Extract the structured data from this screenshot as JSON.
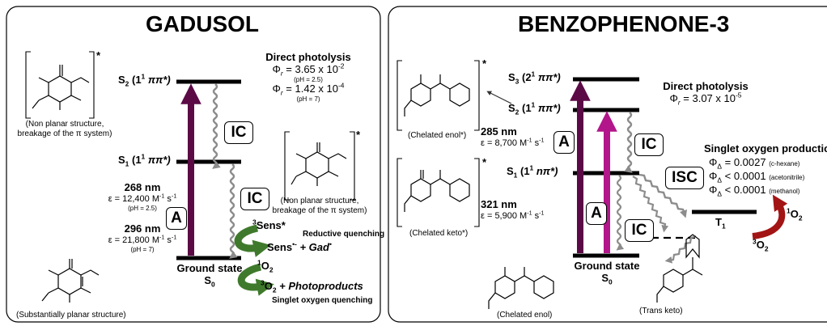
{
  "left": {
    "title": "GADUSOL",
    "enol_star": "*",
    "caption_top": [
      "(Non planar structure,",
      "breakage of the π system)"
    ],
    "caption_mid": [
      "(Non planar structure,",
      "breakage of the π system)"
    ],
    "caption_bottom": "(Substantially planar structure)",
    "levels": {
      "s2": {
        "main": "S",
        "sub": "2",
        "rest1": " (1",
        "sup": "1",
        "rest2": " ππ*)"
      },
      "s1": {
        "main": "S",
        "sub": "1",
        "rest1": " (1",
        "sup": "1",
        "rest2": " ππ*)"
      },
      "ground": "Ground state",
      "s0": {
        "main": "S",
        "sub": "0"
      }
    },
    "direct": {
      "title": "Direct photolysis",
      "phi1": "Φ",
      "phi1_sub": "r",
      "phi1_val": " = 3.65 x 10",
      "phi1_exp": "-2",
      "phi1_cond": "(pH = 2.5)",
      "phi2": "Φ",
      "phi2_sub": "r",
      "phi2_val": " = 1.42 x 10",
      "phi2_exp": "-4",
      "phi2_cond": "(pH = 7)"
    },
    "abs1": {
      "nm": "268 nm",
      "eps": "ε = 12,400 M",
      "unit_exp1": "-1",
      "unit_s": " s",
      "unit_exp2": "-1",
      "cond": "(pH = 2.5)"
    },
    "abs2": {
      "nm": "296 nm",
      "eps": "ε = 21,800 M",
      "unit_exp1": "-1",
      "unit_s": " s",
      "unit_exp2": "-1",
      "cond": "(pH = 7)"
    },
    "box_A": "A",
    "box_IC1": "IC",
    "box_IC2": "IC",
    "quench": {
      "sens_pre": "3",
      "sens": "Sens*",
      "reductive": "Reductive quenching",
      "radical": "Sens",
      "radical_sup": "•-",
      "gad": " + Gad",
      "gad_sup": "•",
      "o2_pre": "1",
      "o2": "O",
      "o2_sub": "2",
      "o2b_pre": "3",
      "o2b": "O",
      "o2b_sub": "2",
      "photoproducts": " + Photoproducts",
      "singlet": "Singlet oxygen quenching"
    }
  },
  "right": {
    "title": "BENZOPHENONE-3",
    "enol_star": "*",
    "keto_star": "*",
    "caption_enol_star": "(Chelated enol*)",
    "caption_keto_star": "(Chelated keto*)",
    "caption_enol": "(Chelated enol)",
    "caption_trans": "(Trans keto)",
    "levels": {
      "s3": {
        "main": "S",
        "sub": "3",
        "rest1": " (2",
        "sup": "1",
        "rest2": " ππ*)"
      },
      "s2": {
        "main": "S",
        "sub": "2",
        "rest1": " (1",
        "sup": "1",
        "rest2": " ππ*)"
      },
      "s1": {
        "main": "S",
        "sub": "1",
        "rest1": " (1",
        "sup": "1",
        "rest2": " nπ*)"
      },
      "ground": "Ground state",
      "s0": {
        "main": "S",
        "sub": "0"
      },
      "t1": {
        "main": "T",
        "sub": "1"
      }
    },
    "direct": {
      "title": "Direct photolysis",
      "phi": "Φ",
      "phi_sub": "r",
      "phi_val": " = 3.07 x 10",
      "phi_exp": "-5"
    },
    "abs1": {
      "nm": "285 nm",
      "eps": "ε = 8,700 M",
      "unit_exp1": "-1",
      "unit_s": " s",
      "unit_exp2": "-1"
    },
    "abs2": {
      "nm": "321 nm",
      "eps": "ε = 5,900 M",
      "unit_exp1": "-1",
      "unit_s": " s",
      "unit_exp2": "-1"
    },
    "box_A1": "A",
    "box_A2": "A",
    "box_IC1": "IC",
    "box_IC2": "IC",
    "box_ISC": "ISC",
    "singlet": {
      "title": "Singlet oxygen production",
      "rows": [
        {
          "phi": "Φ",
          "sub": "Δ",
          "val": " = 0.0027 ",
          "solvent": "(c-hexane)"
        },
        {
          "phi": "Φ",
          "sub": "Δ",
          "val": " < 0.0001 ",
          "solvent": "(acetonitrile)"
        },
        {
          "phi": "Φ",
          "sub": "Δ",
          "val": " < 0.0001 ",
          "solvent": "(methanol)"
        }
      ],
      "o2_1_pre": "1",
      "o2_1": "O",
      "o2_1_sub": "2",
      "o2_3_pre": "3",
      "o2_3": "O",
      "o2_3_sub": "2"
    }
  },
  "colors": {
    "dark_purple": "#5c0a46",
    "magenta": "#b2168a",
    "green": "#3f7a2c",
    "dark_red": "#a31414",
    "gray": "#8c8c8c"
  }
}
